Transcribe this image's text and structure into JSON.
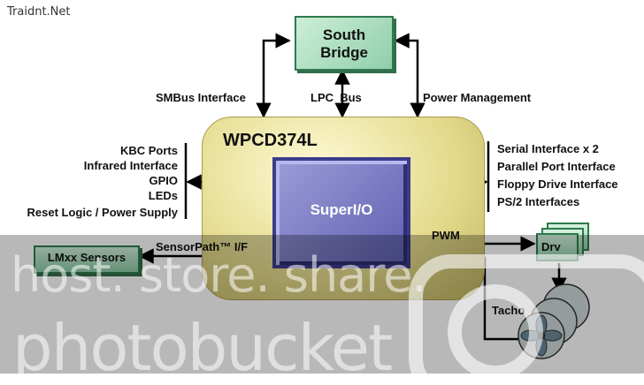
{
  "site_mark": "Traidnt.Net",
  "south_bridge": {
    "line1": "South",
    "line2": "Bridge"
  },
  "buses": {
    "smbus": "SMBus Interface",
    "lpc": "LPC  Bus",
    "power": "Power Management"
  },
  "chip": {
    "name": "WPCD374L",
    "core": "SuperI/O"
  },
  "left_functions": [
    "KBC Ports",
    "Infrared Interface",
    "GPIO",
    "LEDs",
    "Reset Logic / Power Supply"
  ],
  "right_functions": [
    "Serial Interface x 2",
    "Parallel Port Interface",
    "Floppy Drive Interface",
    "PS/2 Interfaces"
  ],
  "sensor": {
    "box": "LMxx Sensors",
    "link": "SensorPath™ I/F"
  },
  "pwm_label": "PWM",
  "driver_label": "Drv",
  "tacho_label": "Tacho",
  "watermark": {
    "line1": "host. store. share.",
    "line2": "photobucket"
  },
  "icons": [
    "fan-icon",
    "camera-icon"
  ]
}
